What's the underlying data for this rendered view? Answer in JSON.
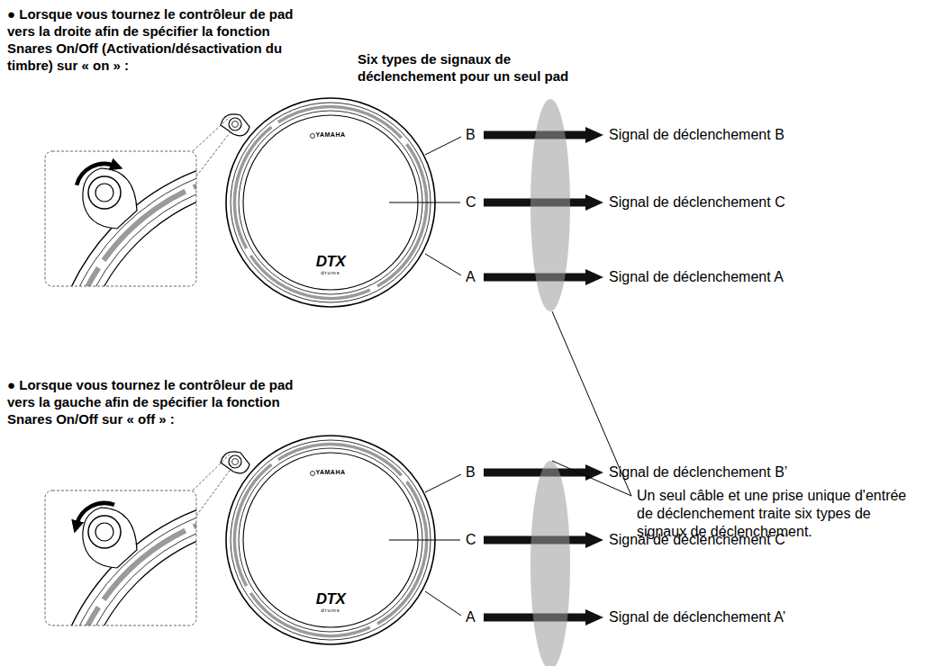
{
  "diagram": {
    "labels": [
      "● Lorsque vous tournez le contrôleur de pad vers la droite afin de spécifier la fonction Snares On/Off (Activation/désactivation du timbre) sur « on » :",
      "Six types de signaux de déclenchement pour un seul pad",
      "YAMAHA",
      "DTX",
      "drums",
      "B",
      "C",
      "A",
      "Signal de déclenchement B",
      "Signal de déclenchement C",
      "Signal de déclenchement A",
      "Un seul câble et une prise unique d'entrée de déclenchement traite six types de signaux de déclenchement.",
      "● Lorsque vous tournez le contrôleur de pad vers la gauche afin de spécifier la fonction Snares On/Off sur « off » :",
      "YAMAHA",
      "DTX",
      "drums",
      "B",
      "C",
      "A",
      "Signal de déclenchement B’",
      "Signal de déclenchement C’",
      "Signal de déclenchement A’"
    ]
  }
}
